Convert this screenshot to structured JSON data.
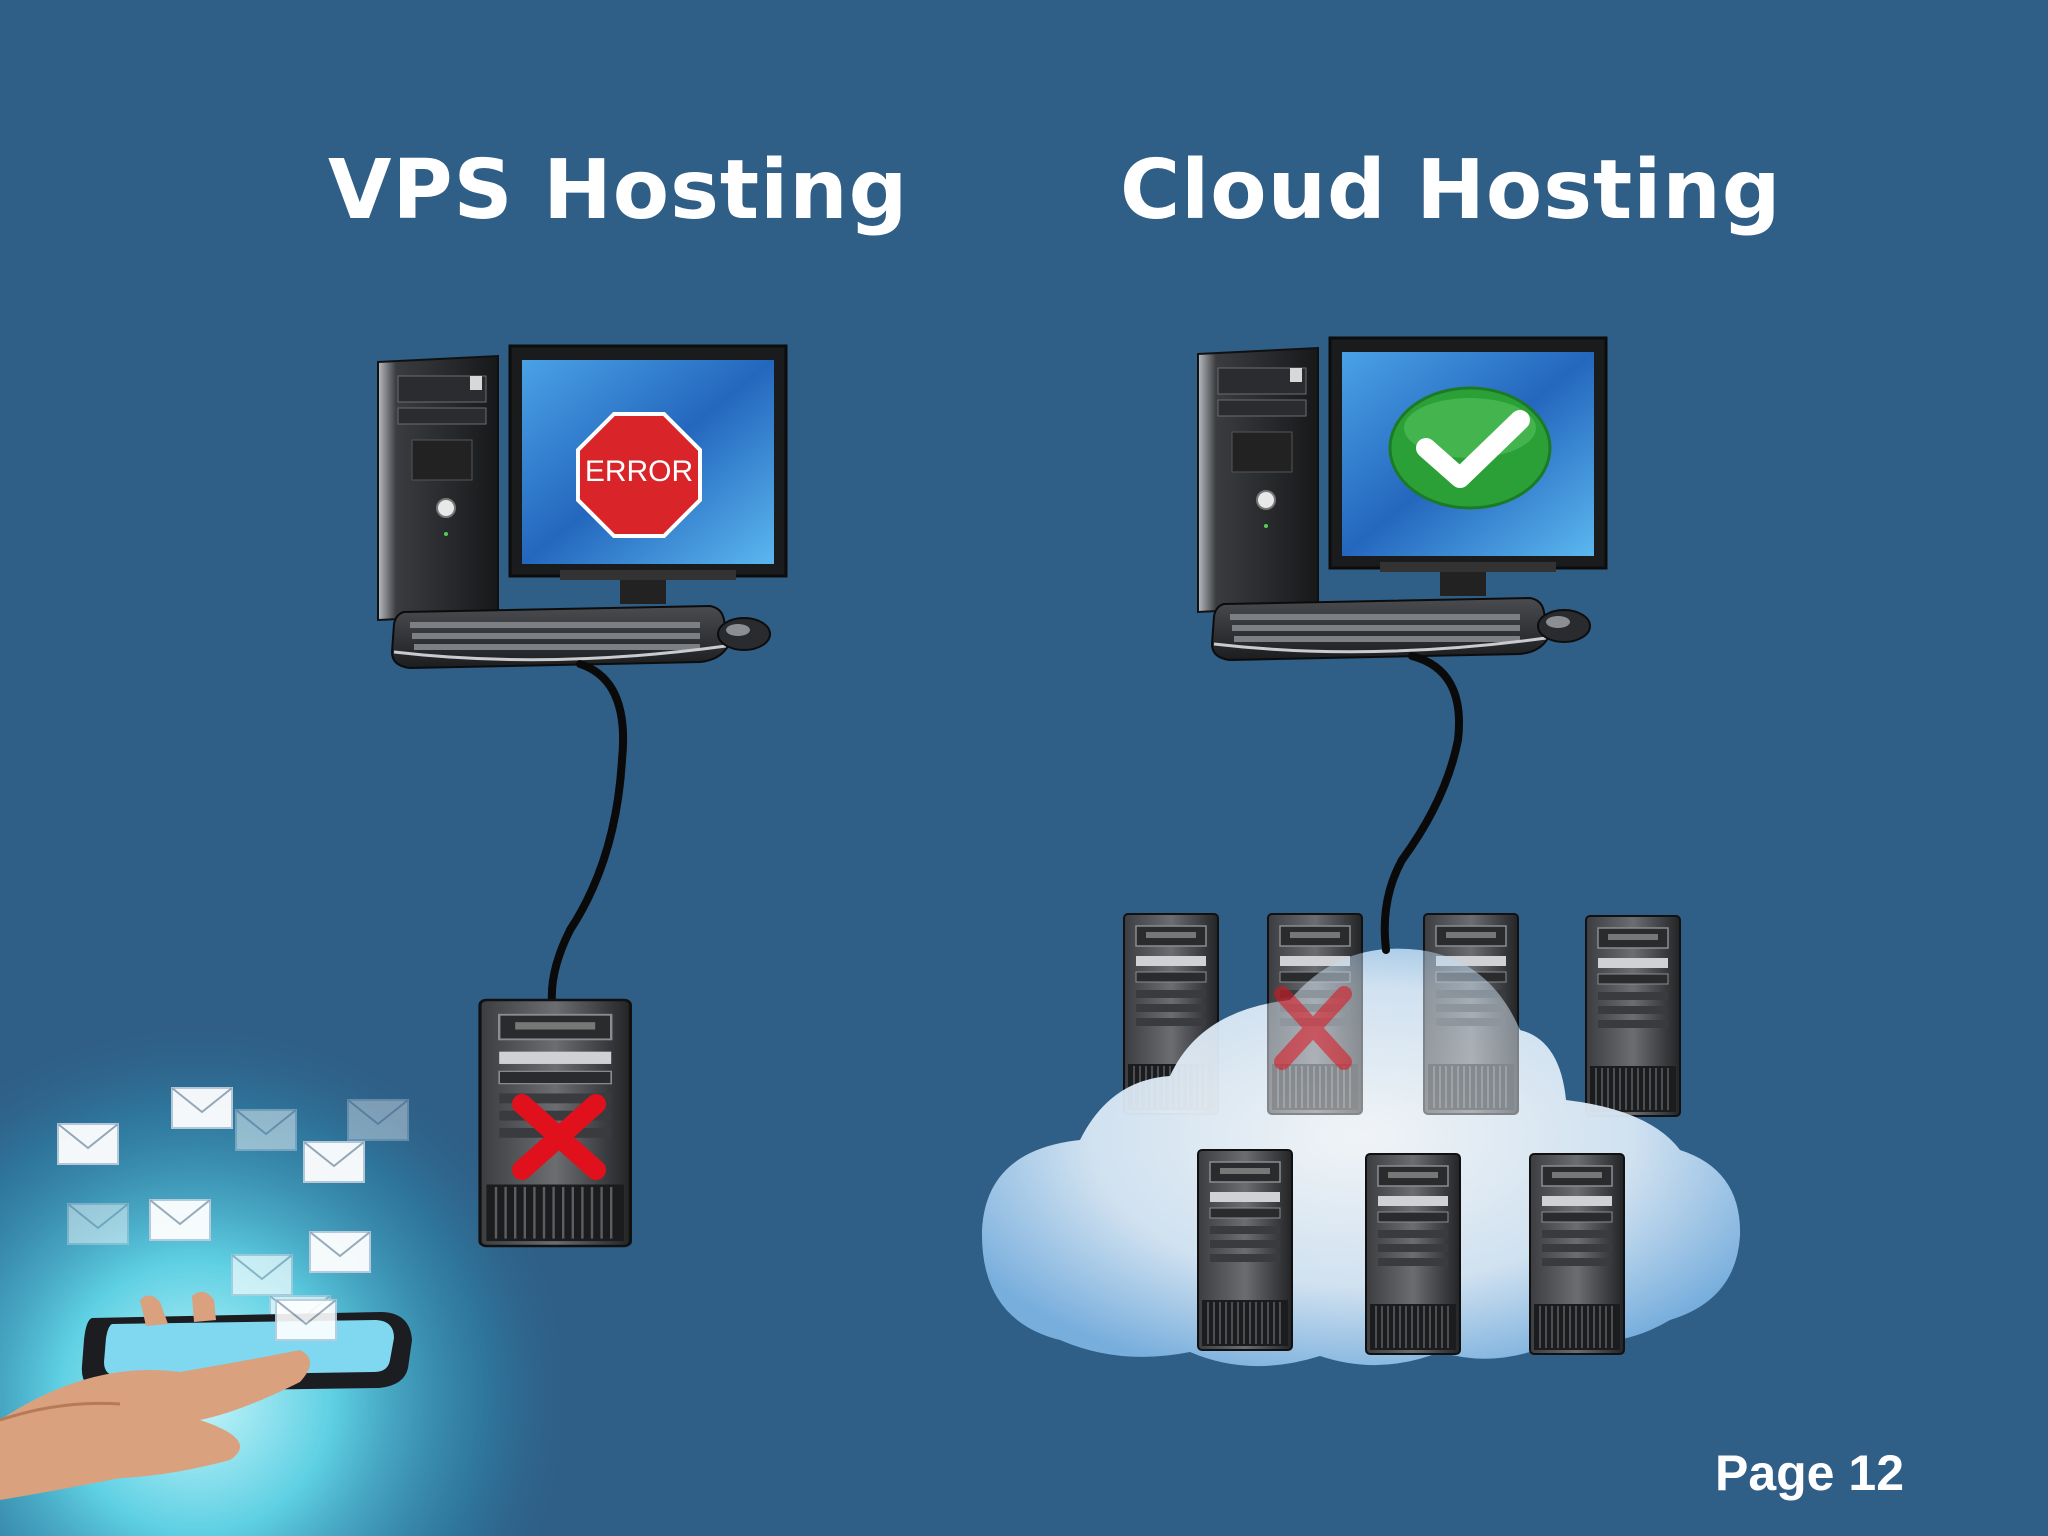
{
  "slide": {
    "background_color": "#2f5e86"
  },
  "left": {
    "title": "VPS Hosting",
    "screen_sign_text": "ERROR",
    "screen_icon": "stop-sign-icon",
    "server_status_icon": "red-x-icon"
  },
  "right": {
    "title": "Cloud Hosting",
    "screen_icon": "green-checkmark-icon",
    "cloud_icon": "cloud-icon",
    "failed_server_icon": "red-x-icon"
  },
  "decoration": {
    "phone_icon": "hand-holding-phone-icon",
    "mail_icon": "envelope-icon"
  },
  "footer": {
    "page_label": "Page 12"
  },
  "colors": {
    "heading": "#ffffff",
    "error_red": "#d9242a",
    "check_green": "#2aa037",
    "screen_blue": "#2a6fc2",
    "cloud": "#dff0fb"
  }
}
